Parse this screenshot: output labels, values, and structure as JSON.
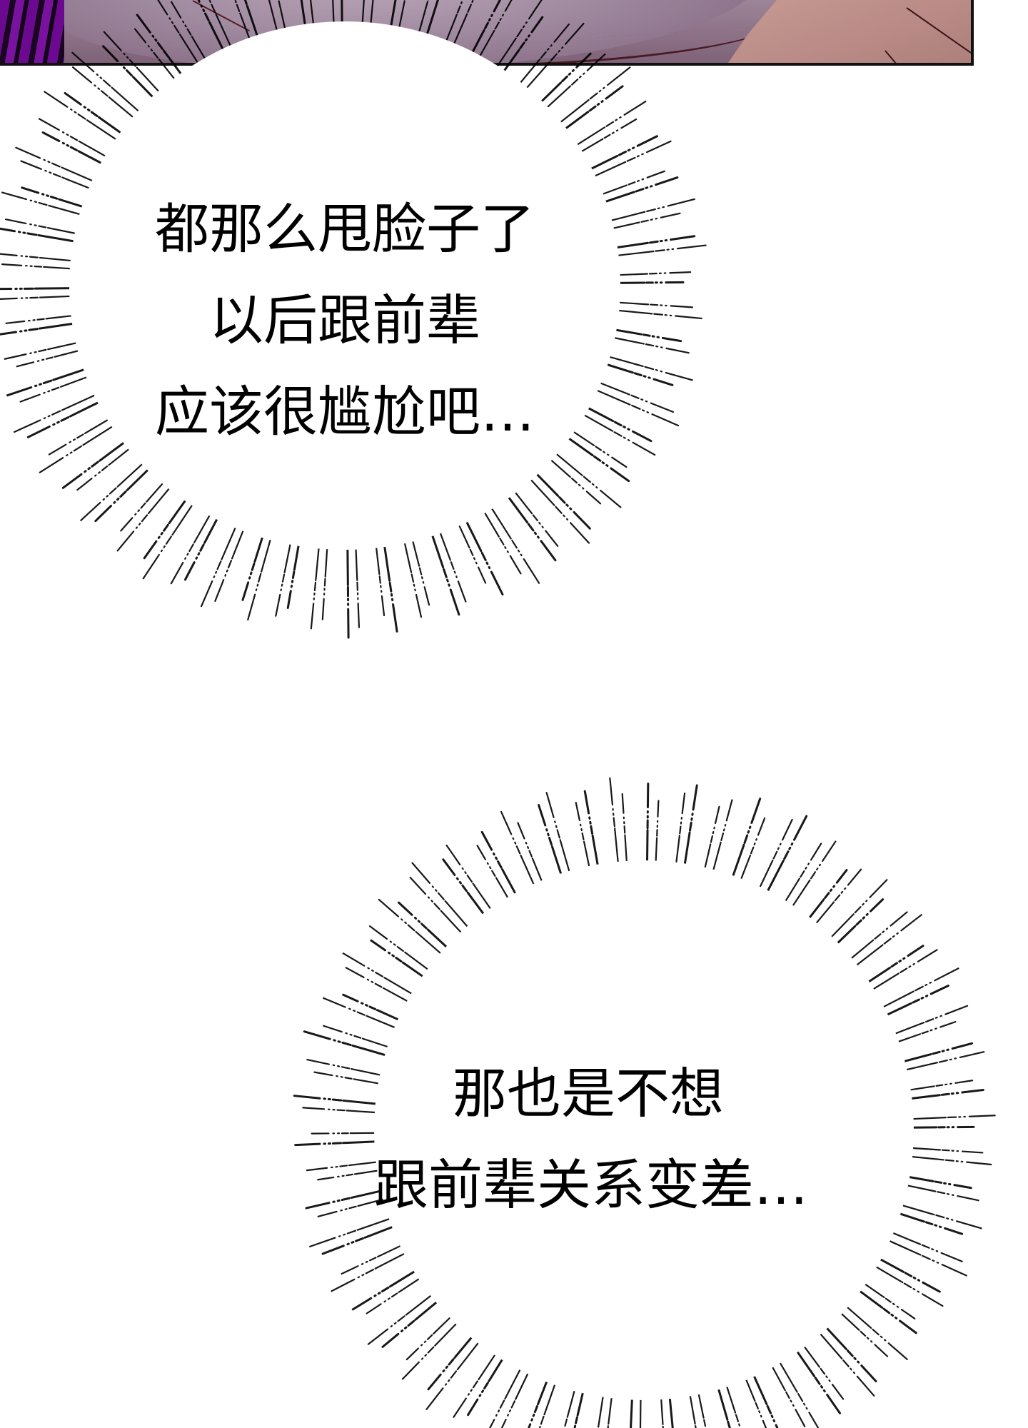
{
  "page": {
    "type": "webtoon-panel",
    "background": "#ffffff"
  },
  "top_panel": {
    "description": "cropped comic art: purple hair, face and shoulder",
    "colors": {
      "hair": "#6b0a90",
      "face": "#9c8597",
      "skin": "#c79a92",
      "border": "#111111"
    }
  },
  "bubbles": [
    {
      "id": "bubble-1",
      "style": "burst-thought",
      "lines": [
        "都那么甩脸子了",
        "以后跟前辈",
        "应该很尴尬吧…"
      ]
    },
    {
      "id": "bubble-2",
      "style": "burst-thought",
      "lines": [
        "那也是不想",
        "跟前辈关系变差…"
      ]
    }
  ]
}
